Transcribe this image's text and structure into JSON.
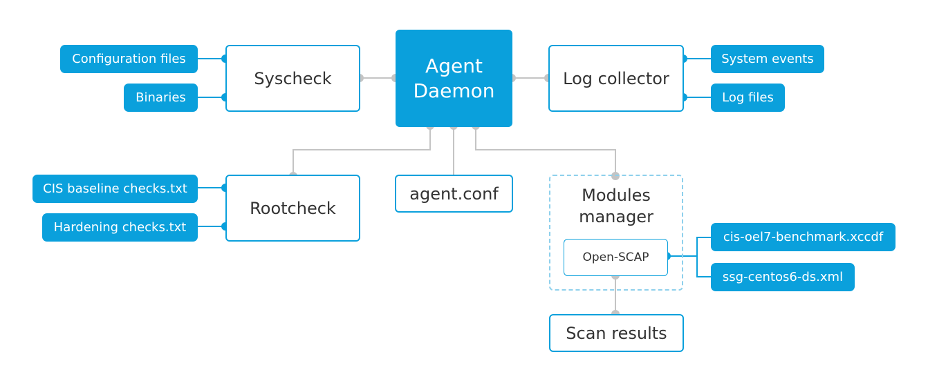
{
  "colors": {
    "accent": "#0aa0dc",
    "connector_gray": "#c4c4c4",
    "dashed_border": "#8ed0ec",
    "text_dark": "#333333"
  },
  "daemon": {
    "line1": "Agent",
    "line2": "Daemon"
  },
  "syscheck": {
    "label": "Syscheck",
    "inputs": [
      "Configuration files",
      "Binaries"
    ]
  },
  "log_collector": {
    "label": "Log collector",
    "inputs": [
      "System events",
      "Log files"
    ]
  },
  "rootcheck": {
    "label": "Rootcheck",
    "inputs": [
      "CIS baseline checks.txt",
      "Hardening checks.txt"
    ]
  },
  "agent_conf": {
    "label": "agent.conf"
  },
  "modules_manager": {
    "line1": "Modules",
    "line2": "manager",
    "openscap": {
      "label": "Open-SCAP",
      "inputs": [
        "cis-oel7-benchmark.xccdf",
        "ssg-centos6-ds.xml"
      ]
    }
  },
  "scan_results": {
    "label": "Scan results"
  }
}
